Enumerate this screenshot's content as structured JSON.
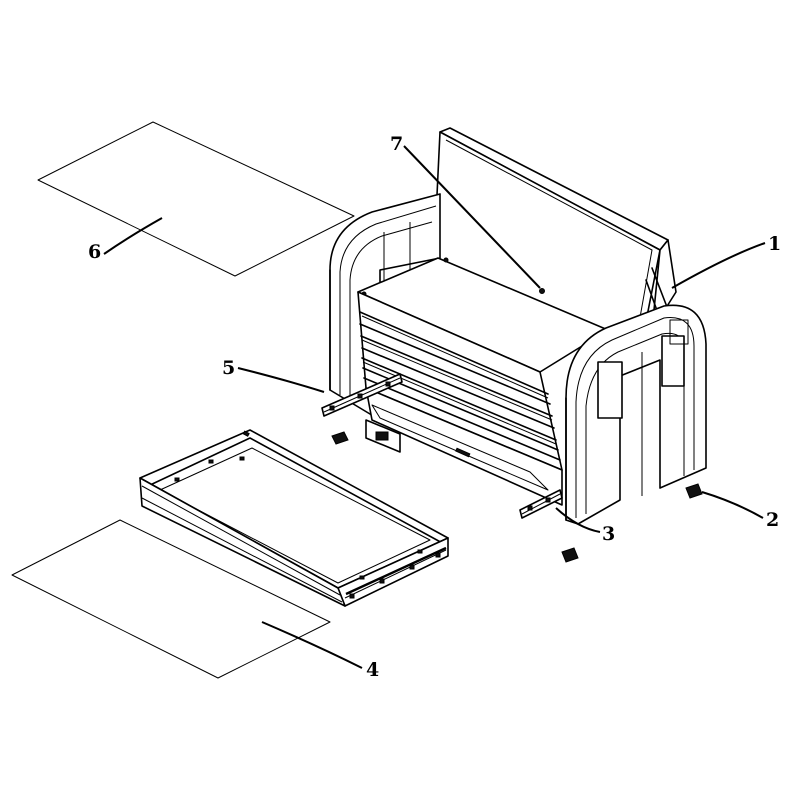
{
  "diagram": {
    "callouts": [
      {
        "id": "1",
        "label": "1"
      },
      {
        "id": "2",
        "label": "2"
      },
      {
        "id": "3",
        "label": "3"
      },
      {
        "id": "4",
        "label": "4"
      },
      {
        "id": "5",
        "label": "5"
      },
      {
        "id": "6",
        "label": "6"
      },
      {
        "id": "7",
        "label": "7"
      }
    ],
    "parts": [
      "toolbox-chest-cabinet",
      "leveling-foot",
      "drawer-slide",
      "drawer-liner-mat",
      "drawer-slide-left",
      "top-liner-mat",
      "lid-hole"
    ]
  }
}
